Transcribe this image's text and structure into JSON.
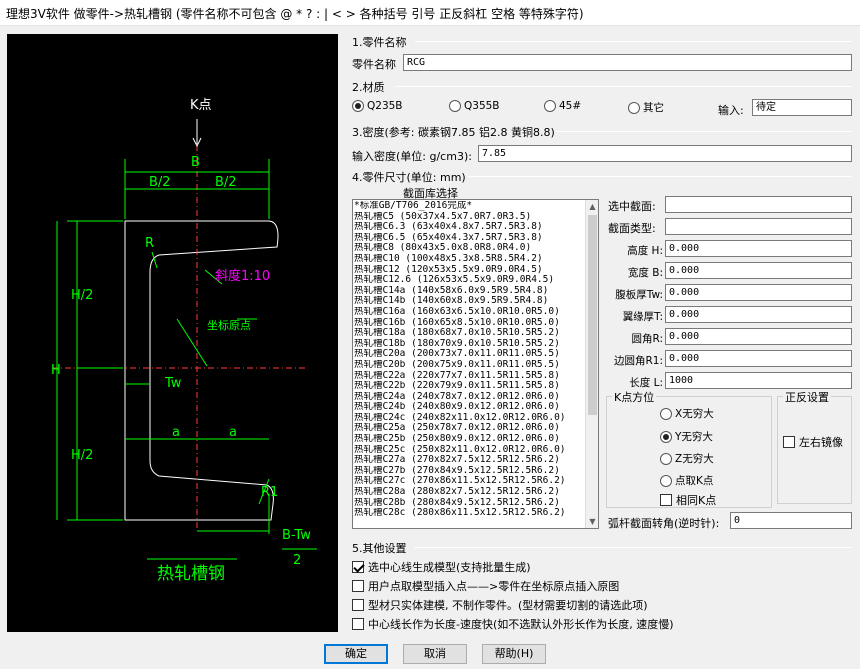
{
  "window": {
    "title": "理想3V软件 做零件->热轧槽钢     (零件名称不可包含 @ * ? : |  < > 各种括号 引号 正反斜杠 空格 等特殊字符)"
  },
  "drawing": {
    "k_point": "K点",
    "b": "B",
    "b_half": "B/2",
    "r": "R",
    "slope": "斜度1:10",
    "coord_origin": "坐标原点",
    "h": "H",
    "h_half": "H/2",
    "tw": "Tw",
    "a": "a",
    "r1": "R1",
    "b_minus_tw": "B-Tw",
    "two": "2",
    "caption": "热轧槽钢"
  },
  "part_name": {
    "section": "1.零件名称",
    "label": "零件名称",
    "value": "RCG"
  },
  "material": {
    "section": "2.材质",
    "options": [
      "Q235B",
      "Q355B",
      "45#",
      "其它"
    ],
    "selected": "Q235B",
    "input_label": "输入:",
    "input_value": "待定"
  },
  "density": {
    "section": "3.密度(参考: 碳素钢7.85  铝2.8  黄铜8.8)",
    "label": "输入密度(单位: g/cm3):",
    "value": "7.85"
  },
  "dims": {
    "section": "4.零件尺寸(单位: mm)",
    "library_title": "截面库选择",
    "library_items": [
      "*标准GB/T706_2016完成*",
      "热轧槽C5 (50x37x4.5x7.0R7.0R3.5)",
      "热轧槽C6.3 (63x40x4.8x7.5R7.5R3.8)",
      "热轧槽C6.5 (65x40x4.3x7.5R7.5R3.8)",
      "热轧槽C8 (80x43x5.0x8.0R8.0R4.0)",
      "热轧槽C10 (100x48x5.3x8.5R8.5R4.2)",
      "热轧槽C12 (120x53x5.5x9.0R9.0R4.5)",
      "热轧槽C12.6 (126x53x5.5x9.0R9.0R4.5)",
      "热轧槽C14a (140x58x6.0x9.5R9.5R4.8)",
      "热轧槽C14b (140x60x8.0x9.5R9.5R4.8)",
      "热轧槽C16a (160x63x6.5x10.0R10.0R5.0)",
      "热轧槽C16b (160x65x8.5x10.0R10.0R5.0)",
      "热轧槽C18a (180x68x7.0x10.5R10.5R5.2)",
      "热轧槽C18b (180x70x9.0x10.5R10.5R5.2)",
      "热轧槽C20a (200x73x7.0x11.0R11.0R5.5)",
      "热轧槽C20b (200x75x9.0x11.0R11.0R5.5)",
      "热轧槽C22a (220x77x7.0x11.5R11.5R5.8)",
      "热轧槽C22b (220x79x9.0x11.5R11.5R5.8)",
      "热轧槽C24a (240x78x7.0x12.0R12.0R6.0)",
      "热轧槽C24b (240x80x9.0x12.0R12.0R6.0)",
      "热轧槽C24c (240x82x11.0x12.0R12.0R6.0)",
      "热轧槽C25a (250x78x7.0x12.0R12.0R6.0)",
      "热轧槽C25b (250x80x9.0x12.0R12.0R6.0)",
      "热轧槽C25c (250x82x11.0x12.0R12.0R6.0)",
      "热轧槽C27a (270x82x7.5x12.5R12.5R6.2)",
      "热轧槽C27b (270x84x9.5x12.5R12.5R6.2)",
      "热轧槽C27c (270x86x11.5x12.5R12.5R6.2)",
      "热轧槽C28a (280x82x7.5x12.5R12.5R6.2)",
      "热轧槽C28b (280x84x9.5x12.5R12.5R6.2)",
      "热轧槽C28c (280x86x11.5x12.5R12.5R6.2)"
    ],
    "fields": [
      {
        "label": "选中截面:",
        "value": ""
      },
      {
        "label": "截面类型:",
        "value": ""
      },
      {
        "label": "高度 H:",
        "value": "0.000"
      },
      {
        "label": "宽度 B:",
        "value": "0.000"
      },
      {
        "label": "腹板厚Tw:",
        "value": "0.000"
      },
      {
        "label": "翼缘厚T:",
        "value": "0.000"
      },
      {
        "label": "圆角R:",
        "value": "0.000"
      },
      {
        "label": "边圆角R1:",
        "value": "0.000"
      },
      {
        "label": "长度 L:",
        "value": "1000"
      }
    ],
    "k_group_title": "K点方位",
    "k_options": [
      "X无穷大",
      "Y无穷大",
      "Z无穷大",
      "点取K点"
    ],
    "k_selected": "Y无穷大",
    "same_k": "相同K点",
    "mirror_group_title": "正反设置",
    "mirror_label": "左右镜像",
    "rotation_label": "弧杆截面转角(逆时针):",
    "rotation_value": "0"
  },
  "other": {
    "section": "5.其他设置",
    "options": [
      {
        "label": "选中心线生成模型(支持批量生成)",
        "checked": true
      },
      {
        "label": "用户点取模型插入点——>零件在坐标原点插入原图",
        "checked": false
      },
      {
        "label": "型材只实体建模, 不制作零件。(型材需要切割的请选此项)",
        "checked": false
      },
      {
        "label": "中心线长作为长度-速度快(如不选默认外形长作为长度, 速度慢)",
        "checked": false
      }
    ]
  },
  "buttons": {
    "ok": "确定",
    "cancel": "取消",
    "help": "帮助(H)"
  },
  "colors": {
    "cad_bg": "#000000",
    "dim": "#00ff00",
    "outline": "#ffffff",
    "center": "#ff3b3b",
    "note": "#ff00ff"
  }
}
